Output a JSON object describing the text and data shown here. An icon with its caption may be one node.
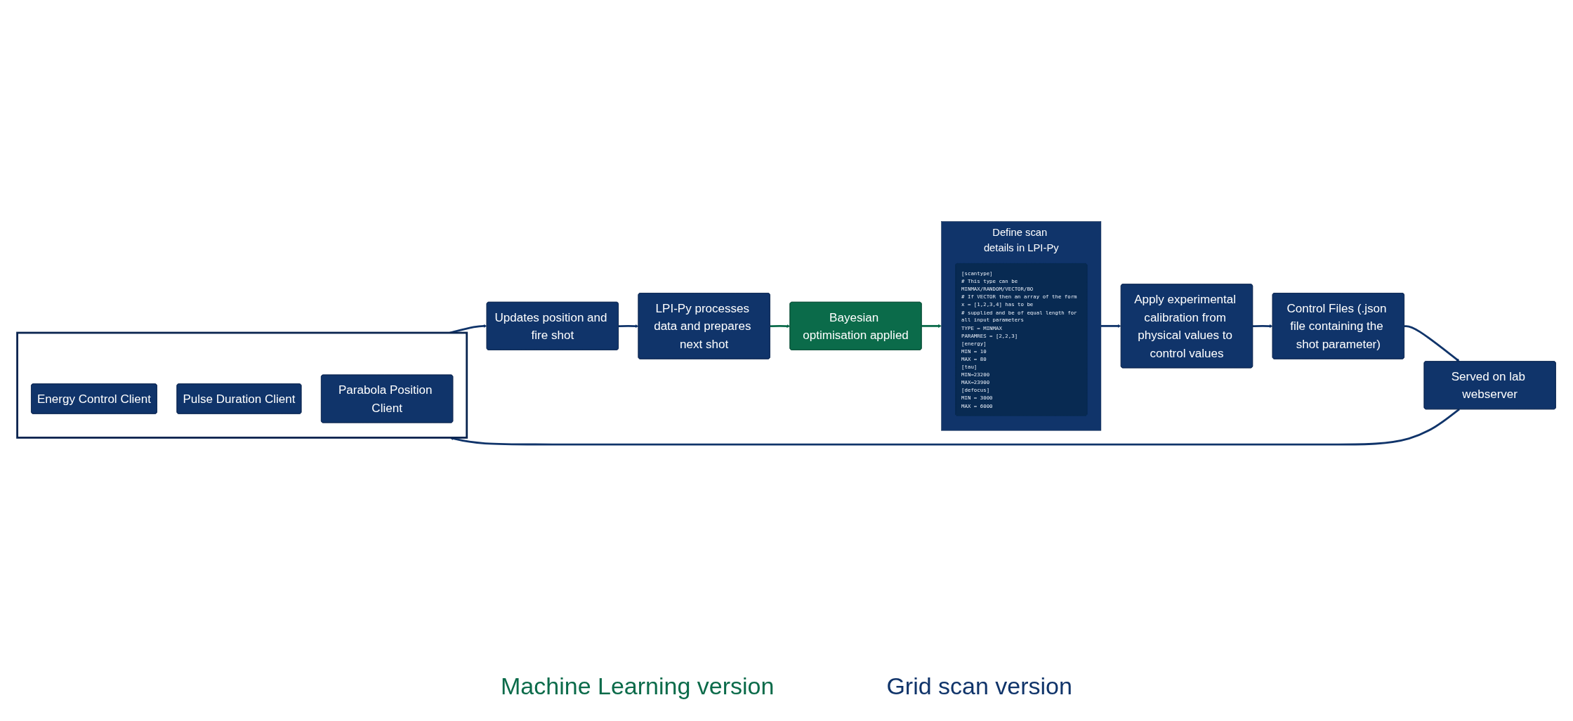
{
  "diagram": {
    "nodes": [
      {
        "text": [
          "Define scan details in LPI-Py"
        ]
      },
      {
        "text": [
          "[scantype]",
          "# This type can be MINMAX/RANDOM/VECTOR/BO",
          "# If VECTOR then an array of the form x = [1,2,3,4] has to be",
          "# supplied and be of equal length for all input parameters",
          "TYPE = MINMAX",
          "PARAMRES = [2,2,3]",
          "[energy]",
          "MIN = 10",
          "MAX = 80",
          "[tau]",
          "MIN=23200",
          "MAX=23900",
          "[defocus]",
          "MIN = 3000",
          "MAX = 6000"
        ],
        "in": 0
      },
      {
        "text": [
          "Apply experimental calibration from physical values to control values"
        ]
      },
      {
        "text": [
          "Control Files (.json file containing the shot parameter)"
        ]
      },
      {
        "text": [
          "Served on lab webserver"
        ]
      },
      {
        "text": [],
        "shape": "box"
      },
      {
        "text": [
          "Energy Control Client"
        ],
        "in": 5
      },
      {
        "text": [
          "Pulse Duration Client"
        ],
        "in": 5
      },
      {
        "text": [
          "Parabola Position Client"
        ],
        "in": 5
      },
      {
        "text": [
          "Updates position and fire shot"
        ]
      },
      {
        "text": [
          "LPI-Py processes data and prepares next shot"
        ]
      },
      {
        "text": [
          "Bayesian optimisation applied"
        ]
      }
    ],
    "edges": [
      {
        "from": 0,
        "to": 2,
        "arrow": "to"
      },
      {
        "from": 2,
        "to": 3,
        "arrow": "to"
      },
      {
        "from": 3,
        "to": 4,
        "arrow": "to"
      },
      {
        "from": 4,
        "to": 5,
        "arrow": "to"
      },
      {
        "from": 5,
        "to": 9,
        "arrow": "to"
      },
      {
        "from": 9,
        "to": 10,
        "arrow": "to"
      },
      {
        "from": 10,
        "to": 11,
        "arrow": "to",
        "color": "#0b6b4a"
      },
      {
        "from": 11,
        "to": 0,
        "arrow": "to",
        "color": "#0b6b4a"
      }
    ],
    "labels": [
      "Machine Learning version",
      "Grid scan version"
    ]
  }
}
